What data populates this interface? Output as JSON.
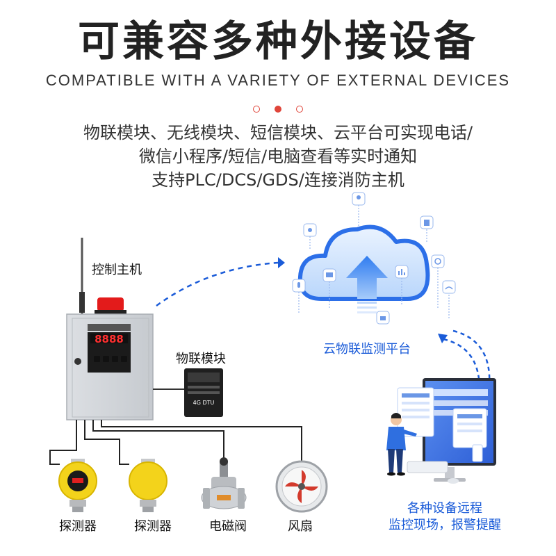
{
  "header": {
    "title": "可兼容多种外接设备",
    "subtitle": "COMPATIBLE WITH A VARIETY OF EXTERNAL DEVICES"
  },
  "description": {
    "line1": "物联模块、无线模块、短信模块、云平台可实现电话/",
    "line2": "微信小程序/短信/电脑查看等实时通知",
    "line3": "支持PLC/DCS/GDS/连接消防主机"
  },
  "diagram": {
    "controller_label": "控制主机",
    "controller_display": "8888",
    "iot_module_label": "物联模块",
    "iot_module_tag": "4G DTU",
    "cloud_label": "云物联监测平台",
    "remote_label_line1": "各种设备远程",
    "remote_label_line2": "监控现场，报警提醒",
    "devices": [
      "探测器",
      "探测器",
      "电磁阀",
      "风扇"
    ]
  },
  "colors": {
    "accent_red": "#e0453a",
    "cloud_blue": "#1a5bd8",
    "text_dark": "#222222"
  }
}
